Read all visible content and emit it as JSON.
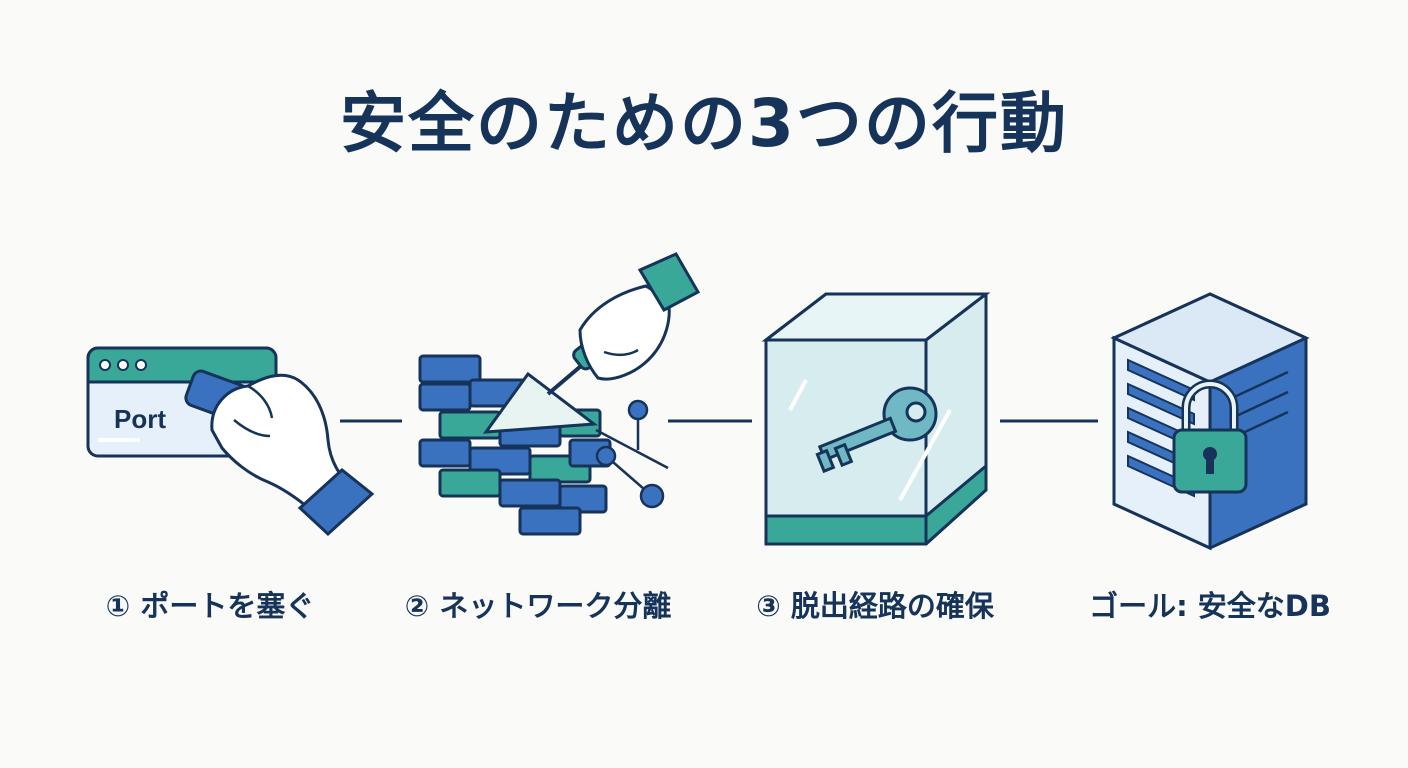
{
  "title": "安全のための3つの行動",
  "steps": [
    {
      "label": "① ポートを塞ぐ",
      "icon": "port-blocking-icon",
      "icon_text": "Port"
    },
    {
      "label": "② ネットワーク分離",
      "icon": "firewall-brick-wall-icon"
    },
    {
      "label": "③ 脱出経路の確保",
      "icon": "key-in-glass-box-icon"
    },
    {
      "label": "ゴール: 安全なDB",
      "icon": "locked-database-server-icon"
    }
  ],
  "colors": {
    "navy": "#16335a",
    "blue": "#3b72c0",
    "teal": "#3aa898",
    "light_blue": "#dbe9f7",
    "background": "#fafaf8"
  }
}
